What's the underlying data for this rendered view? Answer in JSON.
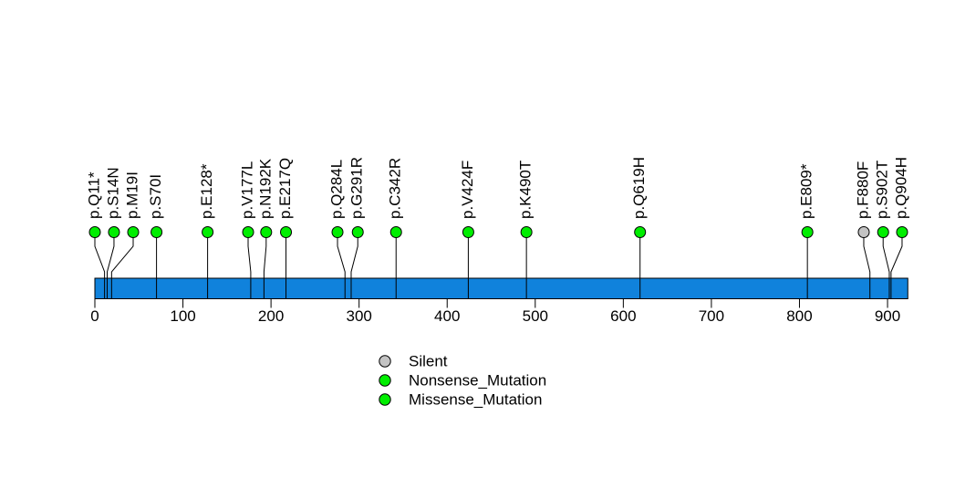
{
  "chart_data": {
    "type": "lollipop",
    "title": "",
    "xlabel": "",
    "axis_ticks": [
      0,
      100,
      200,
      300,
      400,
      500,
      600,
      700,
      800,
      900
    ],
    "protein_length": 923,
    "xlim": [
      0,
      923
    ],
    "grid": false,
    "legend_position": "bottom-center",
    "bar_color": "#1082DC",
    "stem_color": "#000000",
    "marker_outline_color": "#000000",
    "type_colors": {
      "Silent": "#C3C3C3",
      "Nonsense_Mutation": "#00EE00",
      "Missense_Mutation": "#00EE00"
    },
    "legend": [
      {
        "label": "Silent",
        "color": "#C3C3C3"
      },
      {
        "label": "Nonsense_Mutation",
        "color": "#00EE00"
      },
      {
        "label": "Missense_Mutation",
        "color": "#00EE00"
      }
    ],
    "mutations": [
      {
        "label": "p.Q11*",
        "pos": 11,
        "display_pos": 0,
        "type": "Nonsense_Mutation"
      },
      {
        "label": "p.S14N",
        "pos": 14,
        "display_pos": 21.7,
        "type": "Missense_Mutation"
      },
      {
        "label": "p.M19I",
        "pos": 19,
        "display_pos": 43.5,
        "type": "Missense_Mutation"
      },
      {
        "label": "p.S70I",
        "pos": 70,
        "display_pos": 70,
        "type": "Missense_Mutation"
      },
      {
        "label": "p.E128*",
        "pos": 128,
        "display_pos": 128,
        "type": "Nonsense_Mutation"
      },
      {
        "label": "p.V177L",
        "pos": 177,
        "display_pos": 174,
        "type": "Missense_Mutation"
      },
      {
        "label": "p.N192K",
        "pos": 192,
        "display_pos": 194.5,
        "type": "Missense_Mutation"
      },
      {
        "label": "p.E217Q",
        "pos": 217,
        "display_pos": 217,
        "type": "Missense_Mutation"
      },
      {
        "label": "p.Q284L",
        "pos": 284,
        "display_pos": 275.5,
        "type": "Missense_Mutation"
      },
      {
        "label": "p.G291R",
        "pos": 291,
        "display_pos": 298.5,
        "type": "Missense_Mutation"
      },
      {
        "label": "p.C342R",
        "pos": 342,
        "display_pos": 342,
        "type": "Missense_Mutation"
      },
      {
        "label": "p.V424F",
        "pos": 424,
        "display_pos": 424,
        "type": "Missense_Mutation"
      },
      {
        "label": "p.K490T",
        "pos": 490,
        "display_pos": 490,
        "type": "Missense_Mutation"
      },
      {
        "label": "p.Q619H",
        "pos": 619,
        "display_pos": 619,
        "type": "Missense_Mutation"
      },
      {
        "label": "p.E809*",
        "pos": 809,
        "display_pos": 809,
        "type": "Nonsense_Mutation"
      },
      {
        "label": "p.F880F",
        "pos": 880,
        "display_pos": 873,
        "type": "Silent"
      },
      {
        "label": "p.S902T",
        "pos": 902,
        "display_pos": 895,
        "type": "Missense_Mutation"
      },
      {
        "label": "p.Q904H",
        "pos": 904,
        "display_pos": 916.5,
        "type": "Missense_Mutation"
      }
    ]
  }
}
